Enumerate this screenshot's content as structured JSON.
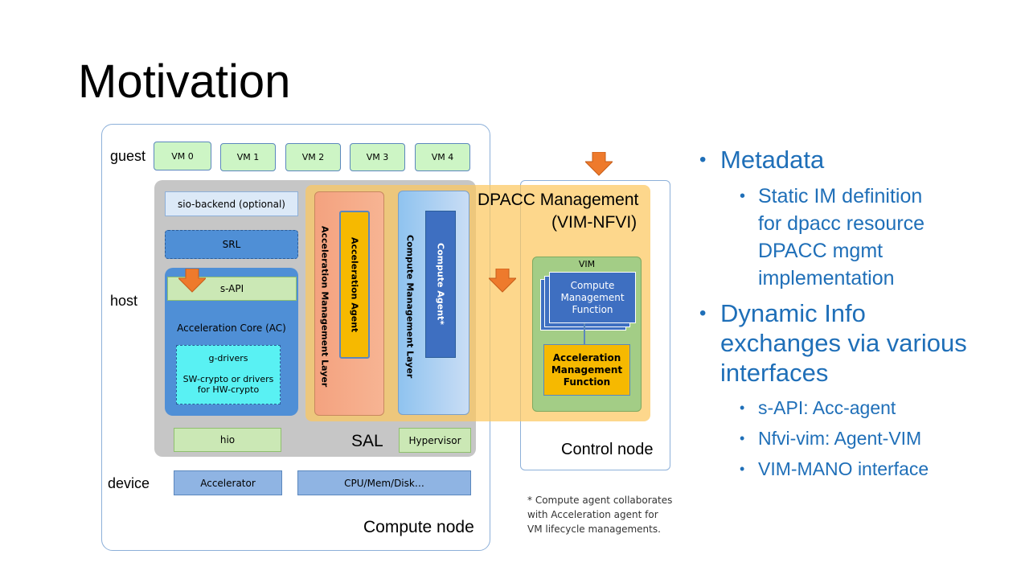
{
  "title": "Motivation",
  "diagram": {
    "guest_label": "guest",
    "host_label": "host",
    "device_label": "device",
    "vms": [
      "VM 0",
      "VM 1",
      "VM 2",
      "VM 3",
      "VM 4"
    ],
    "sio_backend": "sio-backend (optional)",
    "srl": "SRL",
    "sapi": "s-API",
    "acceleration_core": "Acceleration Core (AC)",
    "g_drivers": "g-drivers",
    "sw_crypto": "SW-crypto or drivers for HW-crypto",
    "acceleration_mgmt_layer": "Acceleration Management Layer",
    "acceleration_agent": "Acceleration Agent",
    "compute_mgmt_layer": "Compute Management Layer",
    "compute_agent": "Compute Agent*",
    "dpacc_mgmt_line1": "DPACC Management",
    "dpacc_mgmt_line2": "(VIM-NFVI)",
    "vim": "VIM",
    "compute_mgmt_function": "Compute Management Function",
    "acceleration_mgmt_function": "Acceleration Management Function",
    "hio": "hio",
    "sal": "SAL",
    "hypervisor": "Hypervisor",
    "accelerator": "Accelerator",
    "cpu_mem_disk": "CPU/Mem/Disk…",
    "control_node": "Control node",
    "compute_node": "Compute node",
    "footnote_line1": "* Compute agent collaborates",
    "footnote_line2": "with Acceleration agent for",
    "footnote_line3": "VM lifecycle managements."
  },
  "bullets": {
    "b1": "Metadata",
    "b1_1_line1": "Static IM definition",
    "b1_1_line2": "for dpacc resource",
    "b1_1_line3": "DPACC mgmt",
    "b1_1_line4": "implementation",
    "b2_line1": "Dynamic Info",
    "b2_line2": "exchanges via various",
    "b2_line3": "interfaces",
    "b2_1": "s-API: Acc-agent",
    "b2_2": "Nfvi-vim: Agent-VIM",
    "b2_3": "VIM-MANO interface"
  },
  "colors": {
    "bullet_text": "#1f6fb8",
    "vm_fill": "#cdf5c5",
    "dpacc_fill": "#fcd88a",
    "agent_fill": "#f6b900",
    "compute_agent_fill": "#3e6fc1",
    "sal_fill": "#c6c6c6",
    "arrow_fill": "#ee7a2c"
  }
}
